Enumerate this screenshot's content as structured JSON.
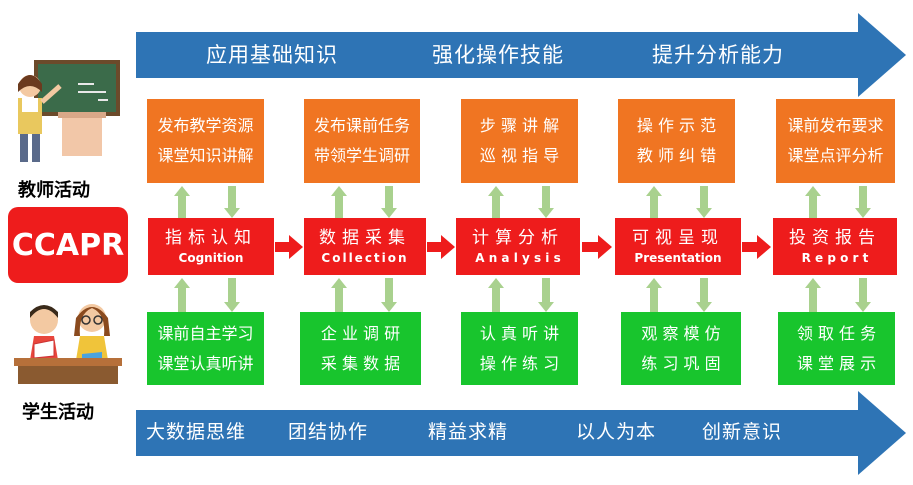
{
  "top_arrow": {
    "items": [
      "应用基础知识",
      "强化操作技能",
      "提升分析能力"
    ]
  },
  "bottom_arrow": {
    "items": [
      "大数据思维",
      "团结协作",
      "精益求精",
      "以人为本",
      "创新意识"
    ]
  },
  "side": {
    "teacher_label": "教师活动",
    "center_label": "CCAPR",
    "student_label": "学生活动"
  },
  "teacher_boxes": [
    {
      "line1": "发布教学资源",
      "line2": "课堂知识讲解"
    },
    {
      "line1": "发布课前任务",
      "line2": "带领学生调研"
    },
    {
      "line1": "步 骤 讲 解",
      "line2": "巡 视 指 导"
    },
    {
      "line1": "操 作 示 范",
      "line2": "教 师 纠 错"
    },
    {
      "line1": "课前发布要求",
      "line2": "课堂点评分析"
    }
  ],
  "stages": [
    {
      "zh": "指标认知",
      "en": "Cognition"
    },
    {
      "zh": "数据采集",
      "en": "Collection"
    },
    {
      "zh": "计算分析",
      "en": "A n a l y s i s"
    },
    {
      "zh": "可视呈现",
      "en": "Presentation"
    },
    {
      "zh": "投资报告",
      "en": "R e p o r t"
    }
  ],
  "student_boxes": [
    {
      "line1": "课前自主学习",
      "line2": "课堂认真听讲"
    },
    {
      "line1": "企 业 调 研",
      "line2": "采 集 数 据"
    },
    {
      "line1": "认 真 听 讲",
      "line2": "操 作 练 习"
    },
    {
      "line1": "观 察 模 仿",
      "line2": "练 习 巩 固"
    },
    {
      "line1": "领 取 任 务",
      "line2": "课 堂 展 示"
    }
  ],
  "colors": {
    "arrow_blue": "#2e74b5",
    "orange": "#f07522",
    "green": "#18c52d",
    "red": "#ee1c1c",
    "light_green": "#a9d18e"
  }
}
